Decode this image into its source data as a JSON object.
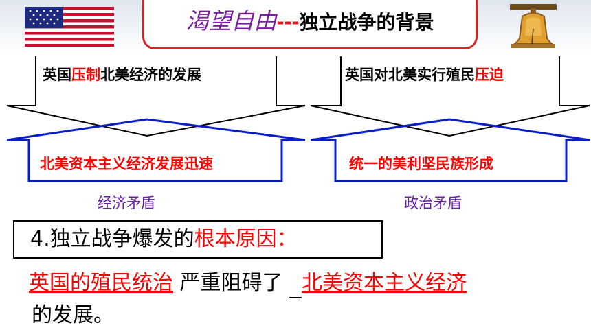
{
  "title": {
    "italic": "渴望自由",
    "dashes": "---",
    "main": "独立战争的背景"
  },
  "left": {
    "top_prefix": "英国",
    "top_highlight": "压制",
    "top_suffix": "北美经济的发展",
    "bottom_text": "北美资本主义经济发展迅速",
    "label": "经济矛盾"
  },
  "right": {
    "top_prefix": "英国对北美实行殖民",
    "top_highlight": "压迫",
    "bottom_text": "统一的美利坚民族形成",
    "label": "政治矛盾"
  },
  "question": {
    "prefix": "4.独立战争爆发的",
    "highlight": "根本原因：",
    "answer_blank1": "英国的殖民统治",
    "answer_mid": "严重阻碍了",
    "answer_blank2": "北美资本主义经济",
    "answer_end": "的发展。"
  },
  "icons": {
    "flag": "us-flag-icon",
    "bell": "liberty-bell-icon"
  }
}
